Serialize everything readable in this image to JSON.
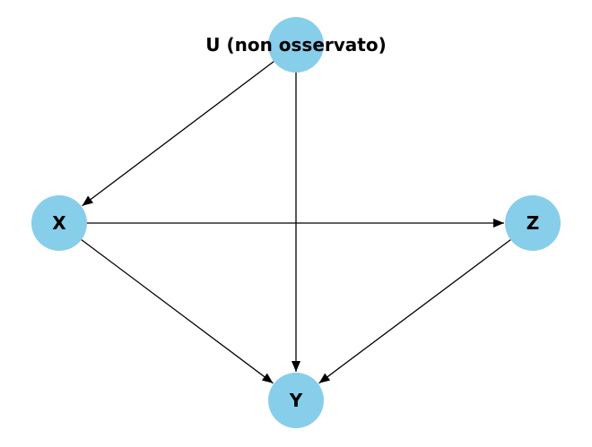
{
  "diagram": {
    "type": "directed-graph",
    "node_color": "#87ceeb",
    "edge_color": "#000000",
    "label_color": "#000000",
    "nodes": [
      {
        "id": "U",
        "label": "U (non osservato)"
      },
      {
        "id": "X",
        "label": "X"
      },
      {
        "id": "Z",
        "label": "Z"
      },
      {
        "id": "Y",
        "label": "Y"
      }
    ],
    "edges": [
      {
        "from": "U",
        "to": "X"
      },
      {
        "from": "U",
        "to": "Y"
      },
      {
        "from": "X",
        "to": "Z"
      },
      {
        "from": "X",
        "to": "Y"
      },
      {
        "from": "Z",
        "to": "Y"
      }
    ]
  }
}
